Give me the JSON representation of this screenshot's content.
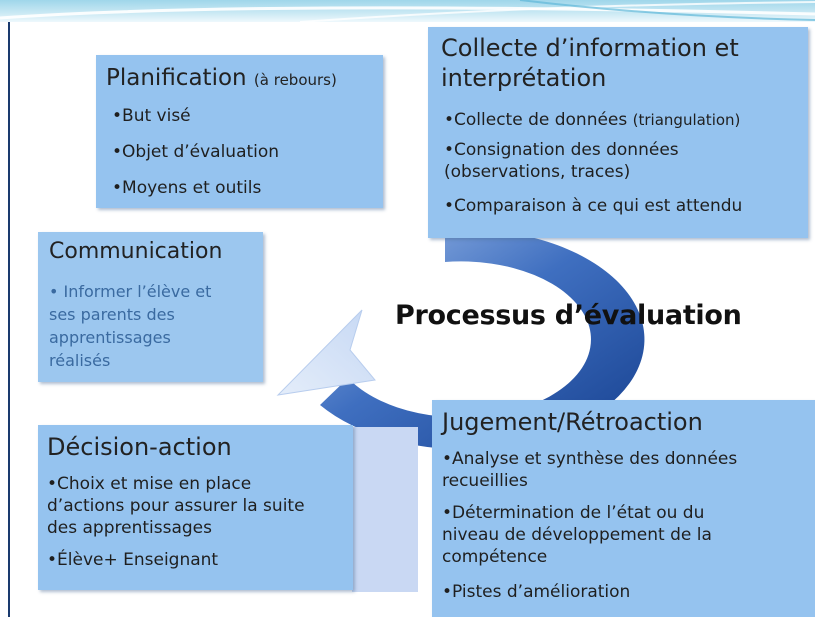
{
  "title": "Processus d’évaluation",
  "colors": {
    "box_fill": "#95c3ef",
    "arrow_dark": "#1f4e9c",
    "arrow_light": "#8fb1e6",
    "communication_text": "#3a6aa0"
  },
  "icons": {
    "cycle": "circular-arrow-icon"
  },
  "planification": {
    "heading": "Planification",
    "heading_note": "(à rebours)",
    "bullets": [
      "•But visé",
      "•Objet d’évaluation",
      "•Moyens et outils"
    ]
  },
  "collecte": {
    "heading_line1": "Collecte d’information et",
    "heading_line2": "interprétation",
    "bullet1_main": "•Collecte de données ",
    "bullet1_note": "(triangulation)",
    "bullet2_line1": "•Consignation des données",
    "bullet2_line2": "(observations, traces)",
    "bullet3": "•Comparaison à ce qui est attendu"
  },
  "communication": {
    "heading": "Communication",
    "bullet_lines": [
      "• Informer l’élève et",
      "ses parents des",
      "apprentissages",
      "réalisés"
    ]
  },
  "decision": {
    "heading": "Décision-action",
    "bullet1_lines": [
      "•Choix et mise en place",
      "d’actions pour assurer la suite",
      "des apprentissages"
    ],
    "bullet2": "•Élève+ Enseignant"
  },
  "jugement": {
    "heading": "Jugement/Rétroaction",
    "bullet1_lines": [
      "•Analyse et synthèse des données",
      "recueillies"
    ],
    "bullet2_lines": [
      "•Détermination de l’état ou du",
      "niveau de développement de la",
      "compétence"
    ],
    "bullet3": "•Pistes d’amélioration"
  }
}
